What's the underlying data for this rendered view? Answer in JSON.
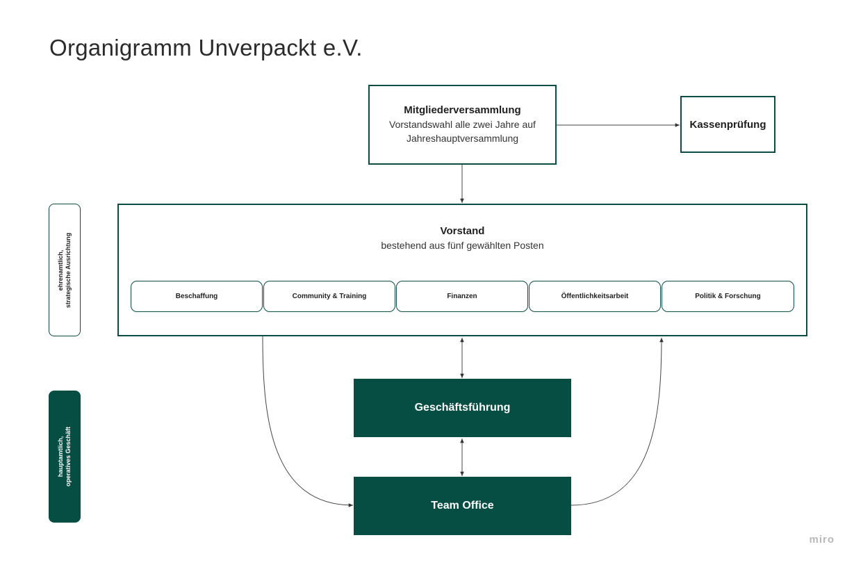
{
  "title": "Organigramm Unverpackt e.V.",
  "mitgliederversammlung": {
    "title": "Mitgliederversammlung",
    "subtitle": "Vorstandswahl alle zwei Jahre auf Jahreshauptversammlung"
  },
  "kassenpruefung": {
    "title": "Kassenprüfung"
  },
  "vorstand": {
    "title": "Vorstand",
    "subtitle": "bestehend aus fünf gewählten Posten",
    "posten": [
      "Beschaffung",
      "Community & Training",
      "Finanzen",
      "Öffentlichkeitsarbeit",
      "Politik & Forschung"
    ]
  },
  "geschaeftsfuehrung": {
    "title": "Geschäftsführung"
  },
  "team_office": {
    "title": "Team Office"
  },
  "side_labels": {
    "ehrenamtlich": [
      "ehrenamtlich,",
      "strategische Ausrichtung"
    ],
    "hauptamtlich": [
      "hauptamtlich,",
      "operatives Geschäft"
    ]
  },
  "watermark": "miro",
  "colors": {
    "accent": "#064d43",
    "border": "#0b4d44"
  }
}
